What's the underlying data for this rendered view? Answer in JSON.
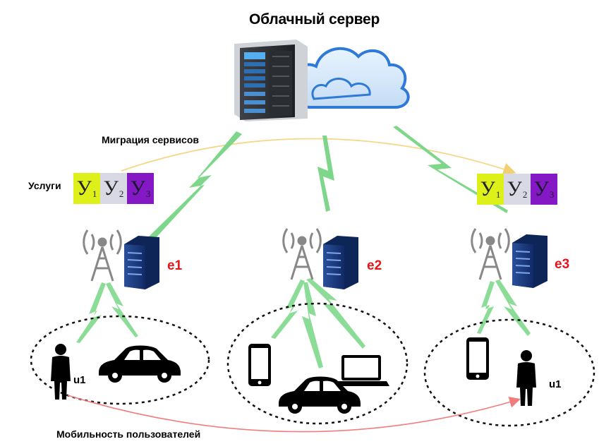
{
  "title": "Облачный сервер",
  "labels": {
    "migration": "Миграция сервисов",
    "services": "Услуги",
    "mobility": "Мобильность пользователей"
  },
  "services": [
    {
      "letter": "У",
      "index": "1"
    },
    {
      "letter": "У",
      "index": "2"
    },
    {
      "letter": "У",
      "index": "3"
    }
  ],
  "edges": {
    "e1": "e1",
    "e2": "e2",
    "e3": "e3"
  },
  "users": {
    "start": "u1",
    "end": "u1"
  },
  "colors": {
    "service_1": "#ddf01a",
    "service_2": "#d9d9e6",
    "service_3": "#8418c4",
    "edge_label": "#e8141b",
    "wireless_link": "#7dd68a",
    "migration_arrow": "#f5d789",
    "mobility_arrow": "#f07c7c"
  },
  "icons": [
    "server-rack-icon",
    "cloud-icon",
    "cell-tower-icon",
    "edge-server-icon",
    "person-icon",
    "car-icon",
    "smartphone-icon",
    "laptop-icon",
    "lightning-link-icon"
  ]
}
